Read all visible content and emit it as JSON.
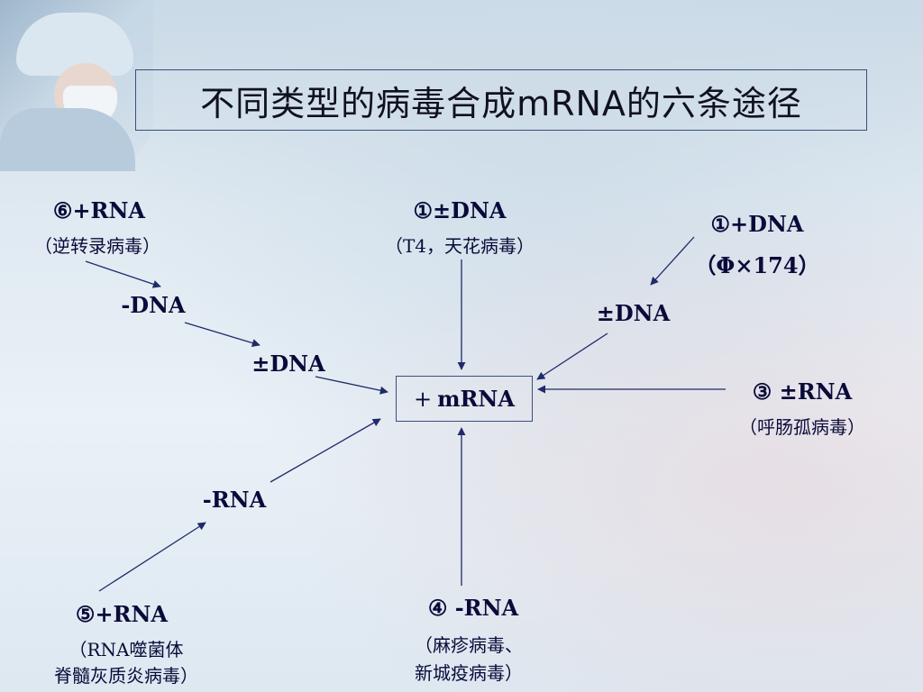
{
  "title": "不同类型的病毒合成mRNA的六条途径",
  "center": {
    "prefix": "+",
    "label": "mRNA"
  },
  "nodes": {
    "p6_title": "⑥+RNA",
    "p6_sub": "（逆转录病毒）",
    "p6_dna1": "-DNA",
    "p6_dna2": "±DNA",
    "p1a_title": "①±DNA",
    "p1a_sub": "（T4，天花病毒）",
    "p1b_title": "①+DNA",
    "p1b_sub": "（Φ×174）",
    "p1b_mid": "±DNA",
    "p3_title": "③  ±RNA",
    "p3_sub": "（呼肠孤病毒）",
    "p5_mid": "-RNA",
    "p5_title": "⑤+RNA",
    "p5_sub1": "（RNA噬菌体",
    "p5_sub2": "脊髓灰质炎病毒）",
    "p4_title": "④  -RNA",
    "p4_sub1": "（麻疹病毒、",
    "p4_sub2": "新城疫病毒）"
  },
  "colors": {
    "text": "#0a0a3a",
    "arrow": "#1e2a6b",
    "box_border": "#3a4f78"
  }
}
